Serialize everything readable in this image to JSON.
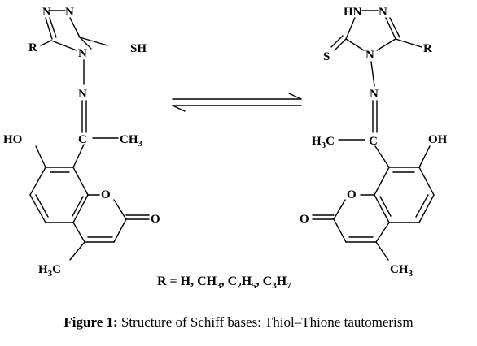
{
  "left": {
    "n1": "N",
    "n2": "N",
    "n4": "N",
    "r": "R",
    "sh": "SH",
    "imine_n": "N",
    "c": "C",
    "ch3": "CH",
    "ch3_sub": "3",
    "ho": "HO",
    "o_ring": "O",
    "o_carbonyl": "O",
    "h3c": "H",
    "h3c_sub": "3",
    "h3c_c": "C"
  },
  "right": {
    "hn": "HN",
    "n2": "N",
    "n4": "N",
    "r": "R",
    "s": "S",
    "imine_n": "N",
    "c": "C",
    "h3c": "H",
    "h3c_sub": "3",
    "h3c_c": "C",
    "oh": "OH",
    "o_ring": "O",
    "o_carbonyl": "O",
    "ch3": "CH",
    "ch3_sub": "3"
  },
  "r_groups": {
    "prefix": "R = H, CH",
    "s1": "3",
    "sep1": ", C",
    "s2": "2",
    "h1": "H",
    "s3": "5",
    "sep2": ", C",
    "s4": "3",
    "h2": "H",
    "s5": "7"
  },
  "caption": {
    "label": "Figure 1:",
    "text": " Structure of Schiff bases: Thiol–Thione tautomerism"
  }
}
